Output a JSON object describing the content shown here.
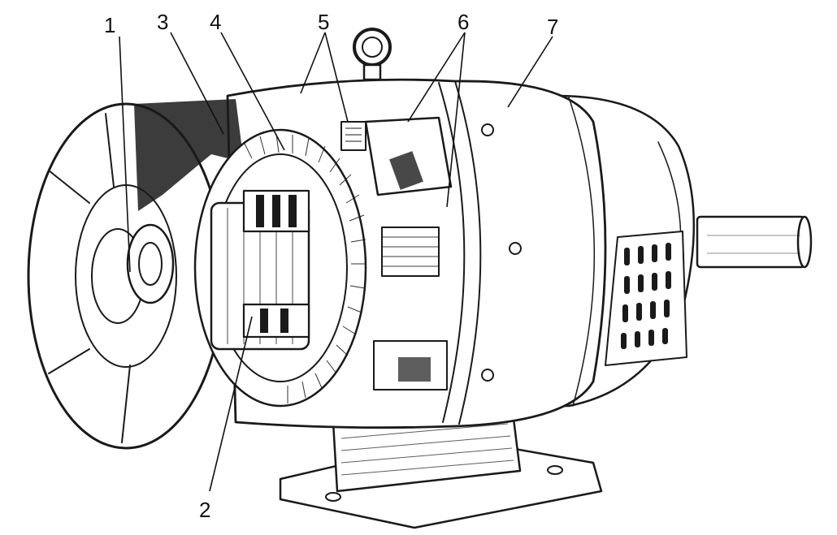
{
  "figure": {
    "kind": "cutaway-illustration",
    "subject_icon": "electric-machine-cutaway",
    "callouts": [
      {
        "id": "c1",
        "label": "1"
      },
      {
        "id": "c2",
        "label": "2"
      },
      {
        "id": "c3",
        "label": "3"
      },
      {
        "id": "c4",
        "label": "4"
      },
      {
        "id": "c5",
        "label": "5"
      },
      {
        "id": "c6",
        "label": "6"
      },
      {
        "id": "c7",
        "label": "7"
      }
    ]
  },
  "colors": {
    "ink": "#1a1a1a",
    "paper": "#ffffff"
  }
}
